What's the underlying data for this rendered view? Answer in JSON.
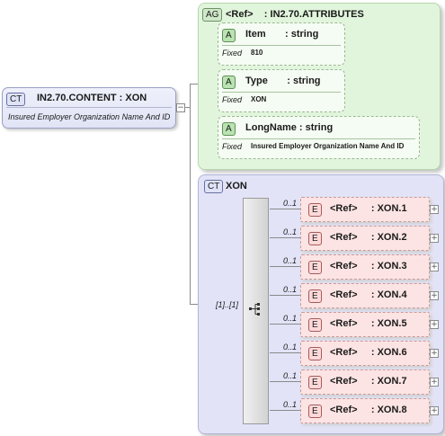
{
  "root": {
    "badge": "CT",
    "title": "IN2.70.CONTENT : XON",
    "doc": "Insured Employer Organization Name And ID"
  },
  "attribute_group": {
    "badge": "AG",
    "title": "<Ref>    : IN2.70.ATTRIBUTES",
    "attributes": [
      {
        "badge": "A",
        "name": "Item       : string",
        "fixed_label": "Fixed",
        "fixed_value": "810"
      },
      {
        "badge": "A",
        "name": "Type       : string",
        "fixed_label": "Fixed",
        "fixed_value": "XON"
      },
      {
        "badge": "A",
        "name": "LongName : string",
        "fixed_label": "Fixed",
        "fixed_value": "Insured Employer Organization Name And ID"
      }
    ]
  },
  "complex_type": {
    "badge": "CT",
    "title": "XON",
    "sequence_occurrence": "[1]..[1]",
    "elements": [
      {
        "badge": "E",
        "occurrence": "0..1",
        "label": "<Ref>     : XON.1"
      },
      {
        "badge": "E",
        "occurrence": "0..1",
        "label": "<Ref>     : XON.2"
      },
      {
        "badge": "E",
        "occurrence": "0..1",
        "label": "<Ref>     : XON.3"
      },
      {
        "badge": "E",
        "occurrence": "0..1",
        "label": "<Ref>     : XON.4"
      },
      {
        "badge": "E",
        "occurrence": "0..1",
        "label": "<Ref>     : XON.5"
      },
      {
        "badge": "E",
        "occurrence": "0..1",
        "label": "<Ref>     : XON.6"
      },
      {
        "badge": "E",
        "occurrence": "0..1",
        "label": "<Ref>     : XON.7"
      },
      {
        "badge": "E",
        "occurrence": "0..1",
        "label": "<Ref>     : XON.8"
      }
    ],
    "expand_glyph": "+",
    "collapse_glyph": "−"
  }
}
